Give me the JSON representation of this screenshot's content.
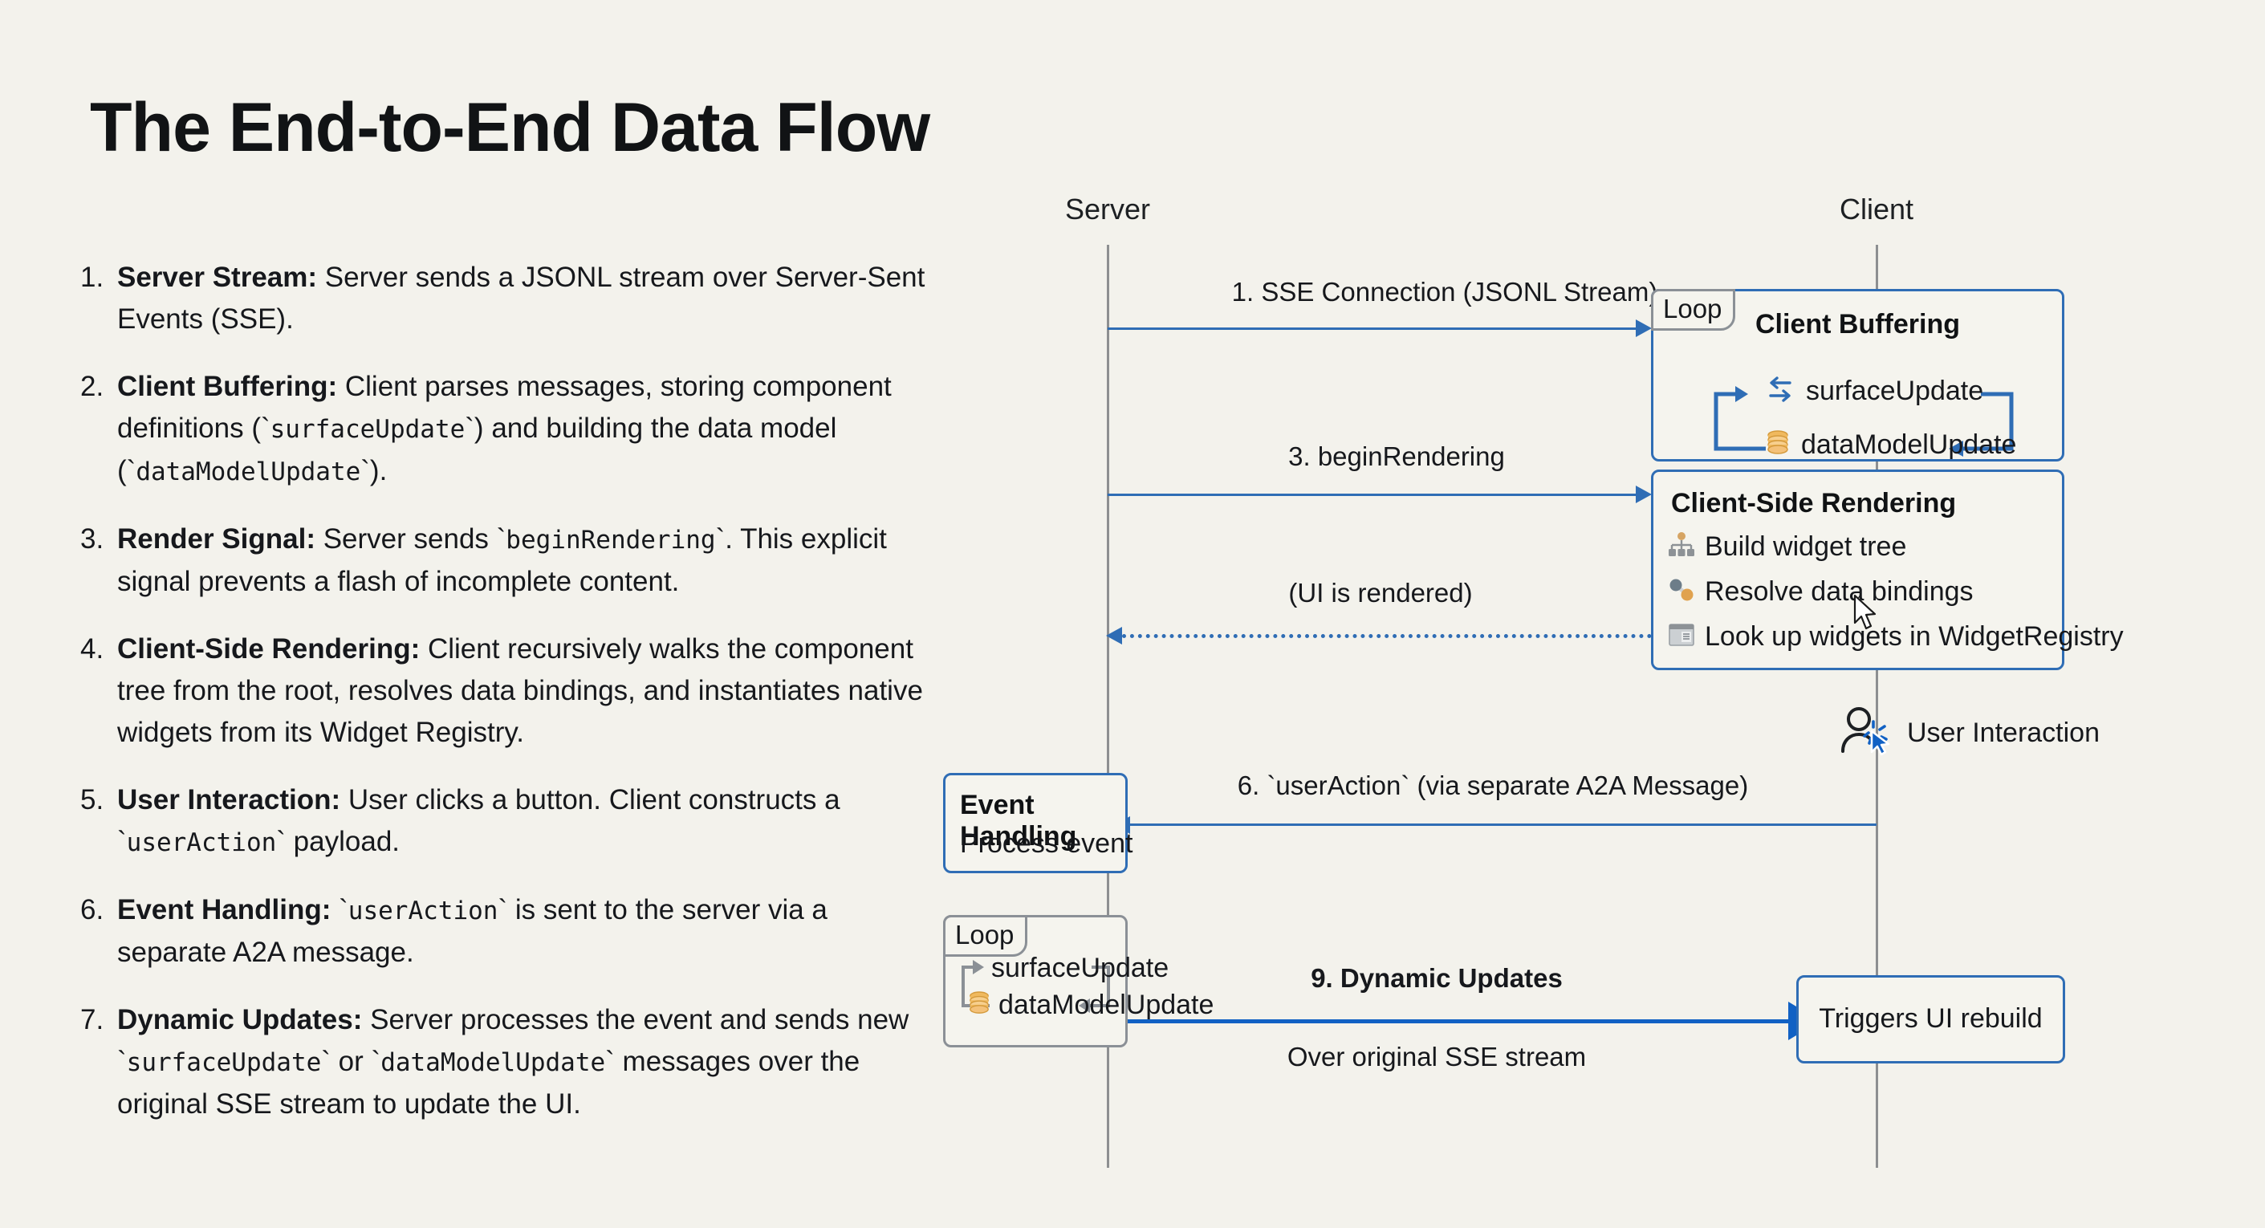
{
  "page": {
    "title": "The End-to-End Data Flow",
    "background_color": "#f3f2ec",
    "accent_color": "#2f6db5",
    "accent_strong_color": "#1161c4",
    "gray_color": "#8b9096"
  },
  "steps": [
    {
      "num": "1.",
      "title": "Server Stream:",
      "text": " Server sends a JSONL stream over Server-Sent Events (SSE)."
    },
    {
      "num": "2.",
      "title": "Client Buffering:",
      "text_before": " Client parses messages, storing component definitions (`",
      "code1": "surfaceUpdate",
      "text_mid": "`) and building the data model (`",
      "code2": "dataModelUpdate",
      "text_after": "`)."
    },
    {
      "num": "3.",
      "title": "Render Signal:",
      "text_before": " Server sends `",
      "code1": "beginRendering",
      "text_after": "`. This explicit signal prevents a flash of incomplete content."
    },
    {
      "num": "4.",
      "title": "Client-Side Rendering:",
      "text": " Client recursively walks the component tree from the root, resolves data bindings, and instantiates native widgets from its Widget Registry."
    },
    {
      "num": "5.",
      "title": "User Interaction:",
      "text_before": " User clicks a button. Client constructs a `",
      "code1": "userAction",
      "text_after": "` payload."
    },
    {
      "num": "6.",
      "title": "Event Handling:",
      "text_before": " `",
      "code1": "userAction",
      "text_after": "` is sent to the server via a separate A2A message."
    },
    {
      "num": "7.",
      "title": "Dynamic Updates:",
      "text_before": " Server processes the event and sends new `",
      "code1": "surfaceUpdate",
      "text_mid": "` or `",
      "code2": "dataModelUpdate",
      "text_after": "` messages over the original SSE stream to update the UI."
    }
  ],
  "diagram": {
    "lifelines": [
      {
        "name": "Server"
      },
      {
        "name": "Client"
      }
    ],
    "messages": [
      {
        "id": "m1",
        "label": "1. SSE Connection (JSONL Stream)",
        "direction": "right",
        "style": "solid"
      },
      {
        "id": "m3",
        "label": "3. beginRendering",
        "direction": "right",
        "style": "solid"
      },
      {
        "id": "m4",
        "label": "(UI is rendered)",
        "direction": "left",
        "style": "dotted"
      },
      {
        "id": "m6",
        "label": "6. `userAction` (via separate A2A Message)",
        "direction": "left",
        "style": "solid"
      },
      {
        "id": "m9",
        "label": "9. Dynamic Updates",
        "sublabel": "Over original SSE stream",
        "direction": "right",
        "style": "thick"
      }
    ],
    "client_buffering": {
      "loop_tag": "Loop",
      "title": "Client Buffering",
      "items": [
        {
          "icon": "exchange-icon",
          "label": "surfaceUpdate"
        },
        {
          "icon": "database-icon",
          "label": "dataModelUpdate"
        }
      ]
    },
    "client_side_rendering": {
      "title": "Client-Side Rendering",
      "items": [
        {
          "icon": "hierarchy-icon",
          "label": "Build widget tree"
        },
        {
          "icon": "link-nodes-icon",
          "label": "Resolve data bindings"
        },
        {
          "icon": "registry-card-icon",
          "label": "Look up widgets in WidgetRegistry"
        }
      ]
    },
    "user_interaction": {
      "icon": "user-click-icon",
      "label": "User Interaction"
    },
    "event_handling": {
      "title": "Event Handling",
      "subtitle": "Process event"
    },
    "server_loop": {
      "loop_tag": "Loop",
      "items": [
        {
          "icon": "none",
          "label": "surfaceUpdate"
        },
        {
          "icon": "database-icon",
          "label": "dataModelUpdate"
        }
      ]
    },
    "triggers_box": {
      "label": "Triggers UI rebuild"
    }
  }
}
